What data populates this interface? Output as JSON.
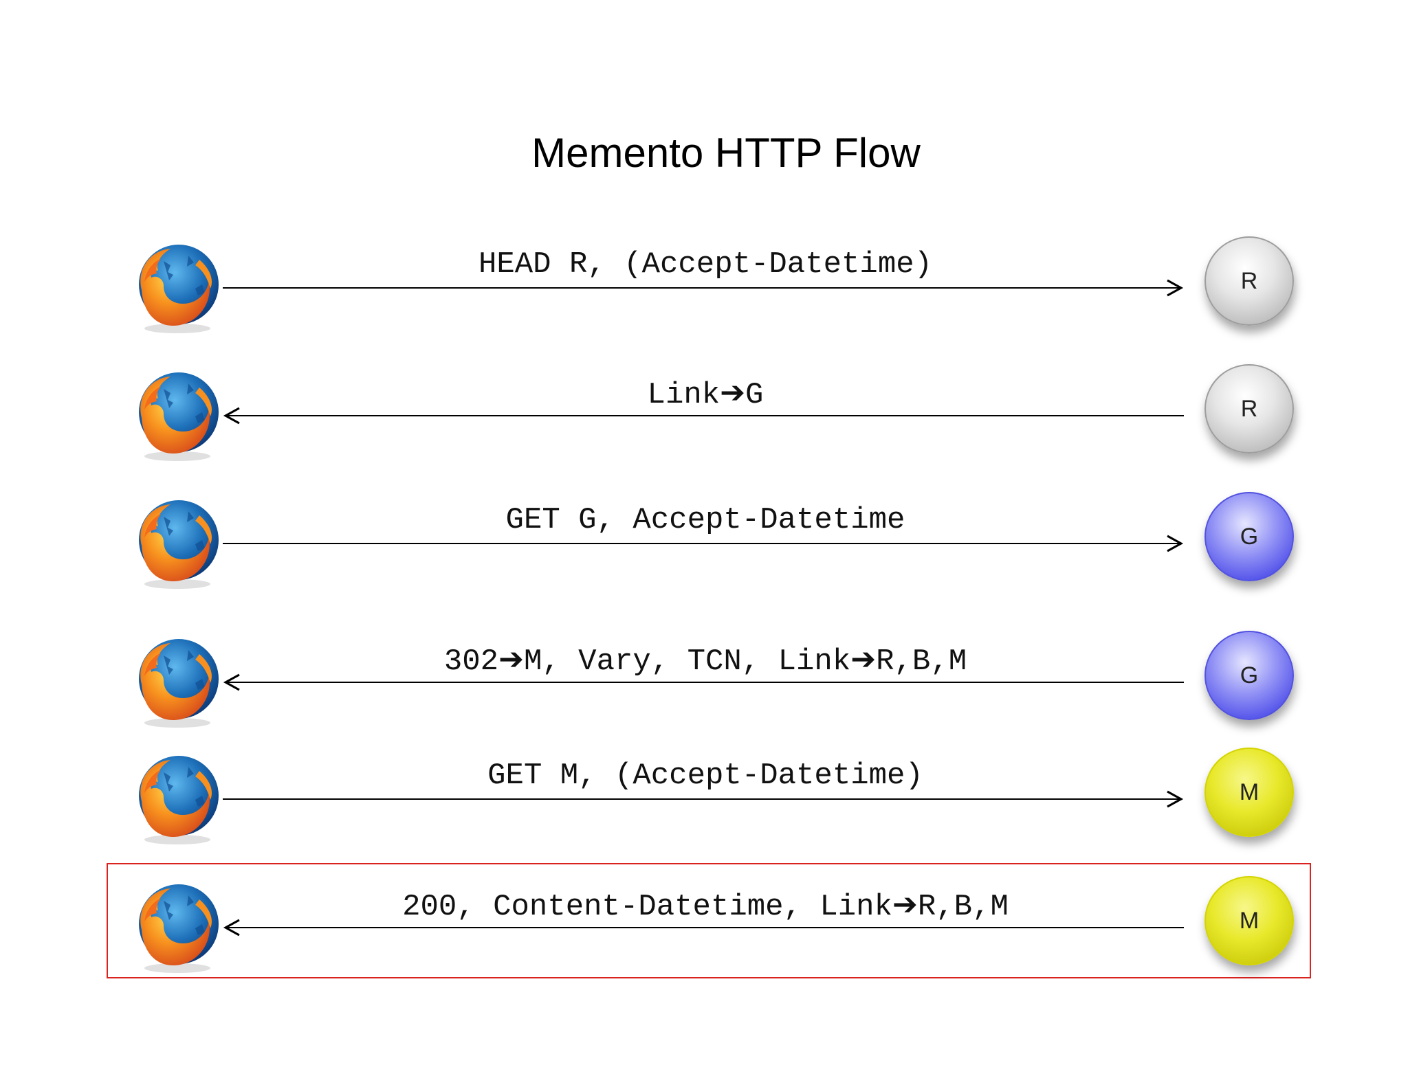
{
  "title": "Memento HTTP Flow",
  "arrow_glyph": "➔",
  "rows": [
    {
      "direction": "right",
      "message": "HEAD R, (Accept-Datetime)",
      "server": "R",
      "server_color": "#c8c8c8"
    },
    {
      "direction": "left",
      "message_parts": [
        "Link",
        "➔",
        "G"
      ],
      "server": "R",
      "server_color": "#c8c8c8"
    },
    {
      "direction": "right",
      "message": "GET G, Accept-Datetime",
      "server": "G",
      "server_color": "#5a5aee"
    },
    {
      "direction": "left",
      "message_parts": [
        "302",
        "➔",
        "M, Vary, TCN, Link",
        "➔",
        "R,B,M"
      ],
      "server": "G",
      "server_color": "#5a5aee"
    },
    {
      "direction": "right",
      "message": "GET M, (Accept-Datetime)",
      "server": "M",
      "server_color": "#dddd20"
    },
    {
      "direction": "left",
      "message_parts": [
        "200, Content-Datetime, Link",
        "➔",
        "R,B,M"
      ],
      "server": "M",
      "server_color": "#dddd20",
      "highlighted": true
    }
  ],
  "colors": {
    "highlight_border": "#d9231f",
    "line": "#000000"
  },
  "icons": {
    "client": "firefox-browser-icon"
  }
}
